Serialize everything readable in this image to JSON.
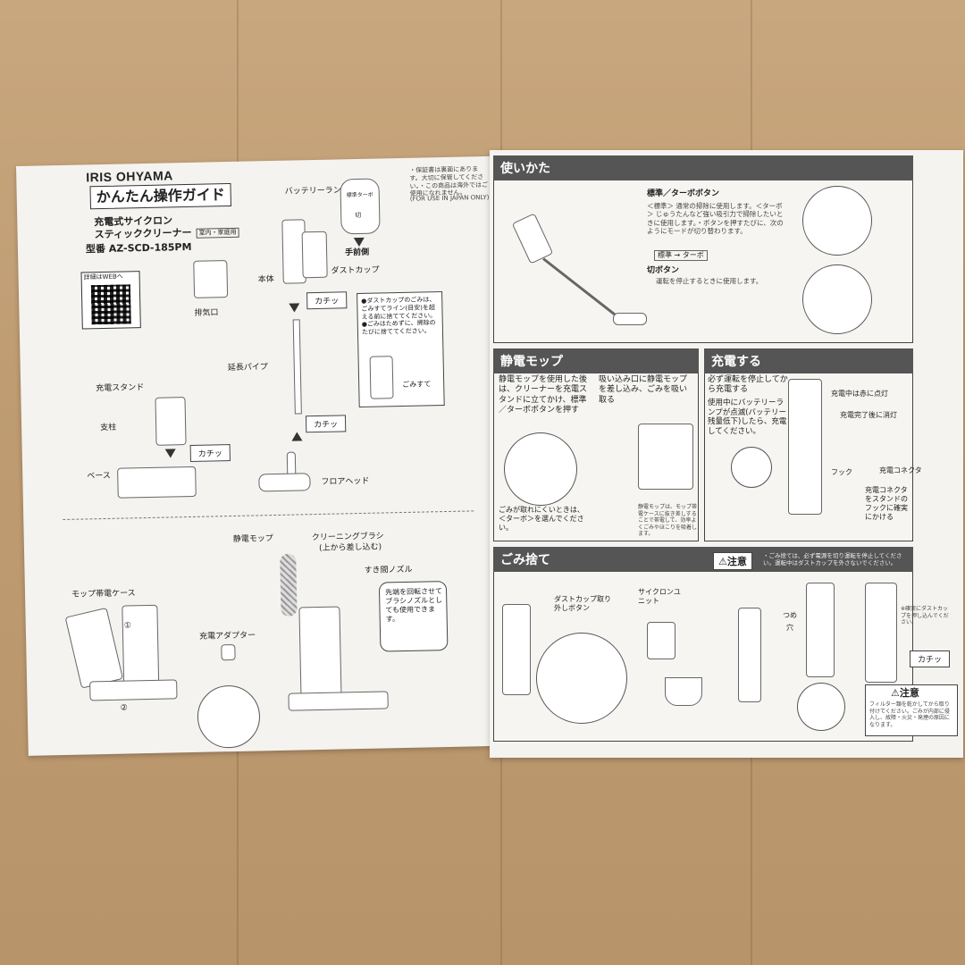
{
  "left": {
    "brand": "IRIS OHYAMA",
    "guide_title": "かんたん操作ガイド",
    "product_line1": "充電式サイクロン",
    "product_line2": "スティッククリーナー",
    "product_tag": "室内・家庭用",
    "model": "型番 AZ-SCD-185PM",
    "web_label": "詳細はWEBへ",
    "note_jp": "・保証書は裏面にあります。大切に保管してください。・この商品は海外ではご使用になれません。",
    "note_en": "(FOR USE IN JAPAN ONLY)",
    "battery_lamp": "バッテリーランプ",
    "front_side": "手前側",
    "turbo_btn": "標準ターボ",
    "off_btn": "切",
    "body_label": "本体",
    "exhaust_label": "排気口",
    "dust_cup": "ダストカップ",
    "click1": "カチッ",
    "dust_note": "●ダストカップのごみは、ごみすてライン(目安)を超える前に捨ててください。●ごみはためずに、掃除のたびに捨ててください。",
    "gomi_line": "ごみすて",
    "ext_pipe": "延長パイプ",
    "click2": "カチッ",
    "floor_head": "フロアヘッド",
    "stand_label": "充電スタンド",
    "pillar_label": "支柱",
    "click3": "カチッ",
    "base_label": "ベース",
    "mop_label": "静電モップ",
    "brush_label": "クリーニングブラシ",
    "brush_sub": "(上から差し込む)",
    "gap_nozzle": "すき間ノズル",
    "nozzle_note": "先端を回転させてブラシノズルとしても使用できます。",
    "mop_case": "モップ帯電ケース",
    "adapter": "充電アダプター",
    "num1": "①",
    "num2": "②"
  },
  "right": {
    "usage_title": "使いかた",
    "turbo_title": "標準／ターボボタン",
    "turbo_desc": "＜標準＞ 通常の掃除に使用します。＜ターボ＞ じゅうたんなど強い吸引力で掃除したいときに使用します。・ボタンを押すたびに、次のようにモードが切り替わります。",
    "mode_switch": "標準 → ターボ",
    "off_title": "切ボタン",
    "off_desc": "運転を停止するときに使用します。",
    "mop_title": "静電モップ",
    "mop_step1": "静電モップを使用した後は、クリーナーを充電スタンドに立てかけ、標準／ターボボタンを押す",
    "mop_step2": "吸い込み口に静電モップを差し込み、ごみを吸い取る",
    "mop_hint": "ごみが取れにくいときは、＜ターボ＞を選んでください。",
    "mop_small": "静電モップは、モップ帯電ケースに抜き差しすることで帯電して、効率よくごみやほこりを吸着します。",
    "charge_title": "充電する",
    "charge_step1": "必ず運転を停止してから充電する",
    "charge_step2": "使用中にバッテリーランプが点滅(バッテリー残量低下)したら、充電してください。",
    "charge_on": "充電中は赤に点灯",
    "charge_done": "充電完了後に消灯",
    "hook": "フック",
    "connector": "充電コネクタ",
    "connector_note": "充電コネクタをスタンドのフックに確実にかける",
    "dust_title": "ごみ捨て",
    "caution": "注意",
    "dust_caution": "・ごみ捨ては、必ず電源を切り運転を停止してください。運転中はダストカップを外さないでください。",
    "dust_release": "ダストカップ取り外しボタン",
    "cyclone_unit": "サイクロンユニット",
    "tab_label": "つめ",
    "hole_label": "穴",
    "click_dust": "カチッ",
    "attach_note": "※確実にダストカップを押し込んでください。",
    "caution2": "注意",
    "caution2_desc": "フィルター類を乾かしてから取り付けてください。ごみが内部に侵入し、故障・火災・発煙の原因になります。"
  },
  "colors": {
    "section_head": "#555555",
    "paper": "#f4f3f0",
    "floor": "#c4a176"
  }
}
